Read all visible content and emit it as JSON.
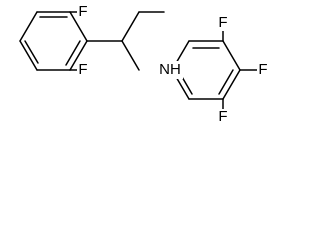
{
  "molecule": {
    "atoms": [
      {
        "id": "F1",
        "label": "F"
      },
      {
        "id": "F2",
        "label": "F"
      },
      {
        "id": "N",
        "label": "NH"
      },
      {
        "id": "F3",
        "label": "F"
      },
      {
        "id": "F4",
        "label": "F"
      },
      {
        "id": "F5",
        "label": "F"
      }
    ]
  }
}
